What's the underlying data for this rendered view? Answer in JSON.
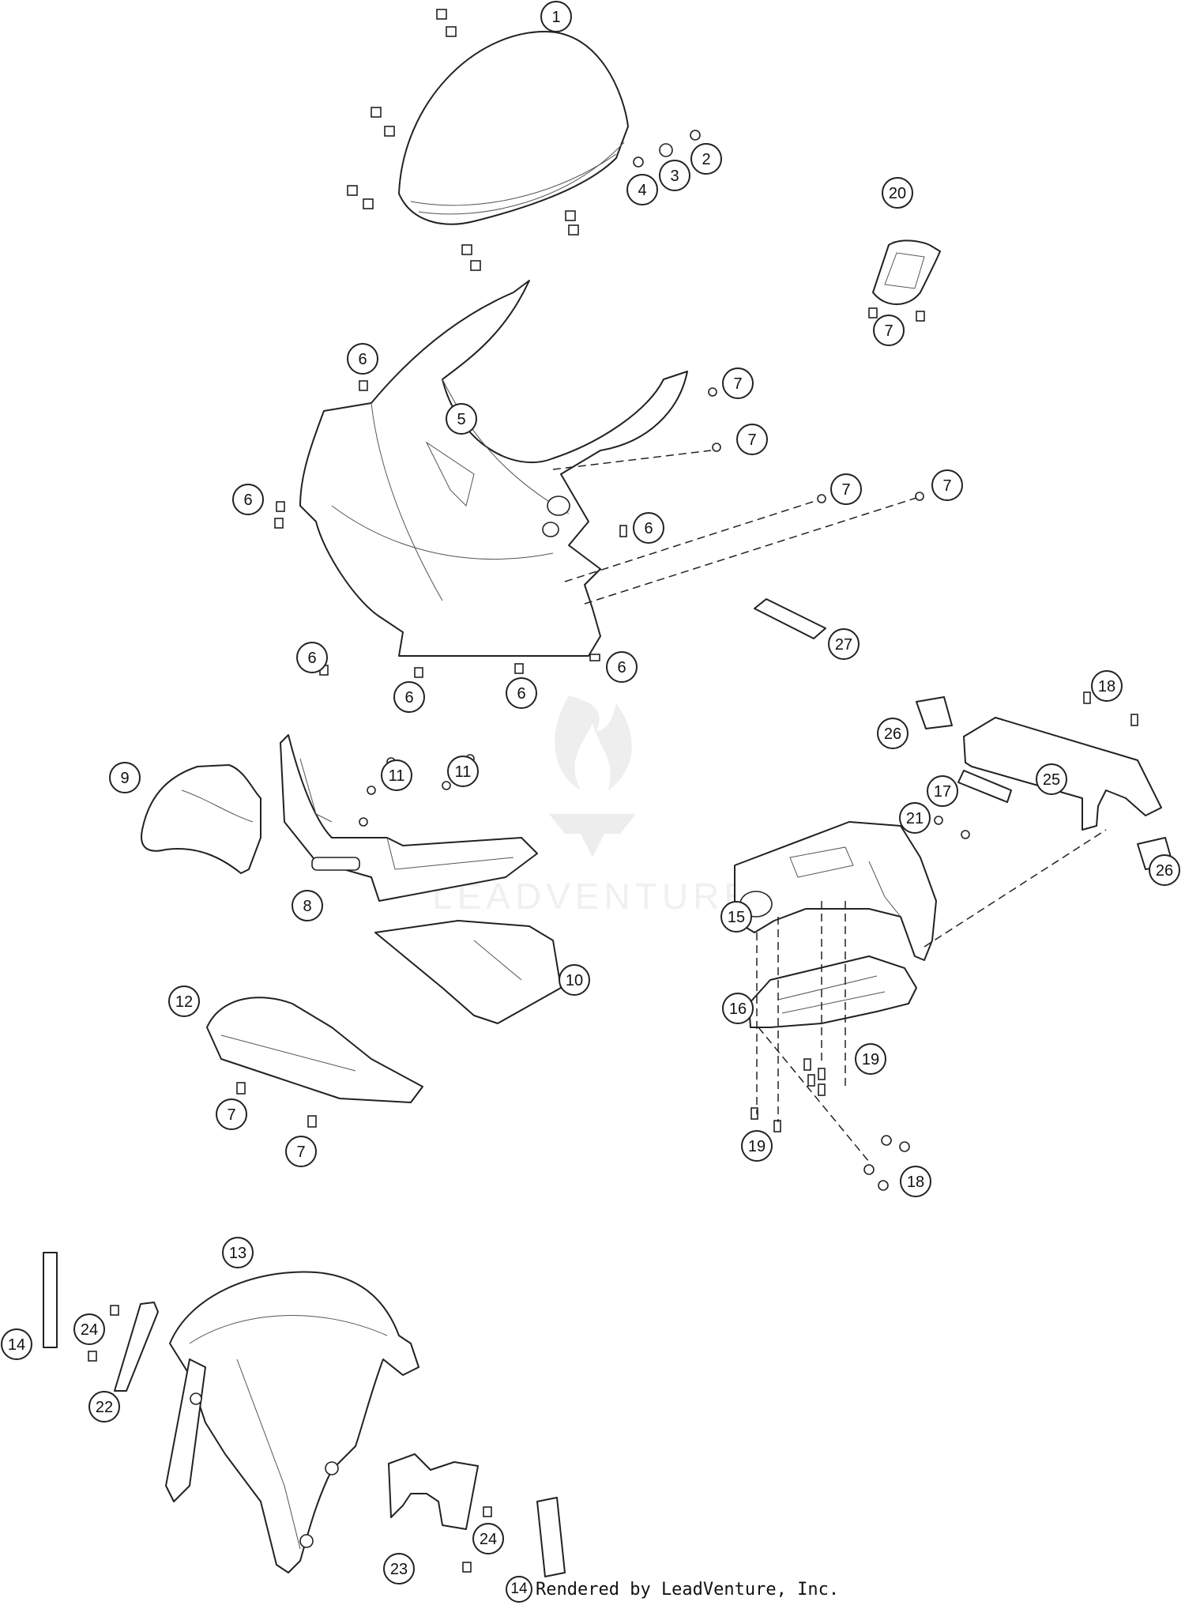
{
  "callouts": [
    {
      "label": "1"
    },
    {
      "label": "2"
    },
    {
      "label": "3"
    },
    {
      "label": "4"
    },
    {
      "label": "20"
    },
    {
      "label": "7"
    },
    {
      "label": "6"
    },
    {
      "label": "5"
    },
    {
      "label": "7"
    },
    {
      "label": "7"
    },
    {
      "label": "6"
    },
    {
      "label": "7"
    },
    {
      "label": "7"
    },
    {
      "label": "6"
    },
    {
      "label": "27"
    },
    {
      "label": "6"
    },
    {
      "label": "6"
    },
    {
      "label": "6"
    },
    {
      "label": "6"
    },
    {
      "label": "26"
    },
    {
      "label": "18"
    },
    {
      "label": "25"
    },
    {
      "label": "17"
    },
    {
      "label": "21"
    },
    {
      "label": "26"
    },
    {
      "label": "11"
    },
    {
      "label": "11"
    },
    {
      "label": "9"
    },
    {
      "label": "8"
    },
    {
      "label": "15"
    },
    {
      "label": "10"
    },
    {
      "label": "16"
    },
    {
      "label": "12"
    },
    {
      "label": "19"
    },
    {
      "label": "7"
    },
    {
      "label": "7"
    },
    {
      "label": "19"
    },
    {
      "label": "18"
    },
    {
      "label": "13"
    },
    {
      "label": "14"
    },
    {
      "label": "24"
    },
    {
      "label": "22"
    },
    {
      "label": "24"
    },
    {
      "label": "23"
    }
  ],
  "watermark": {
    "text": "LEADVENTURE"
  },
  "footer": {
    "callout": "14",
    "text": "Rendered by LeadVenture, Inc."
  }
}
